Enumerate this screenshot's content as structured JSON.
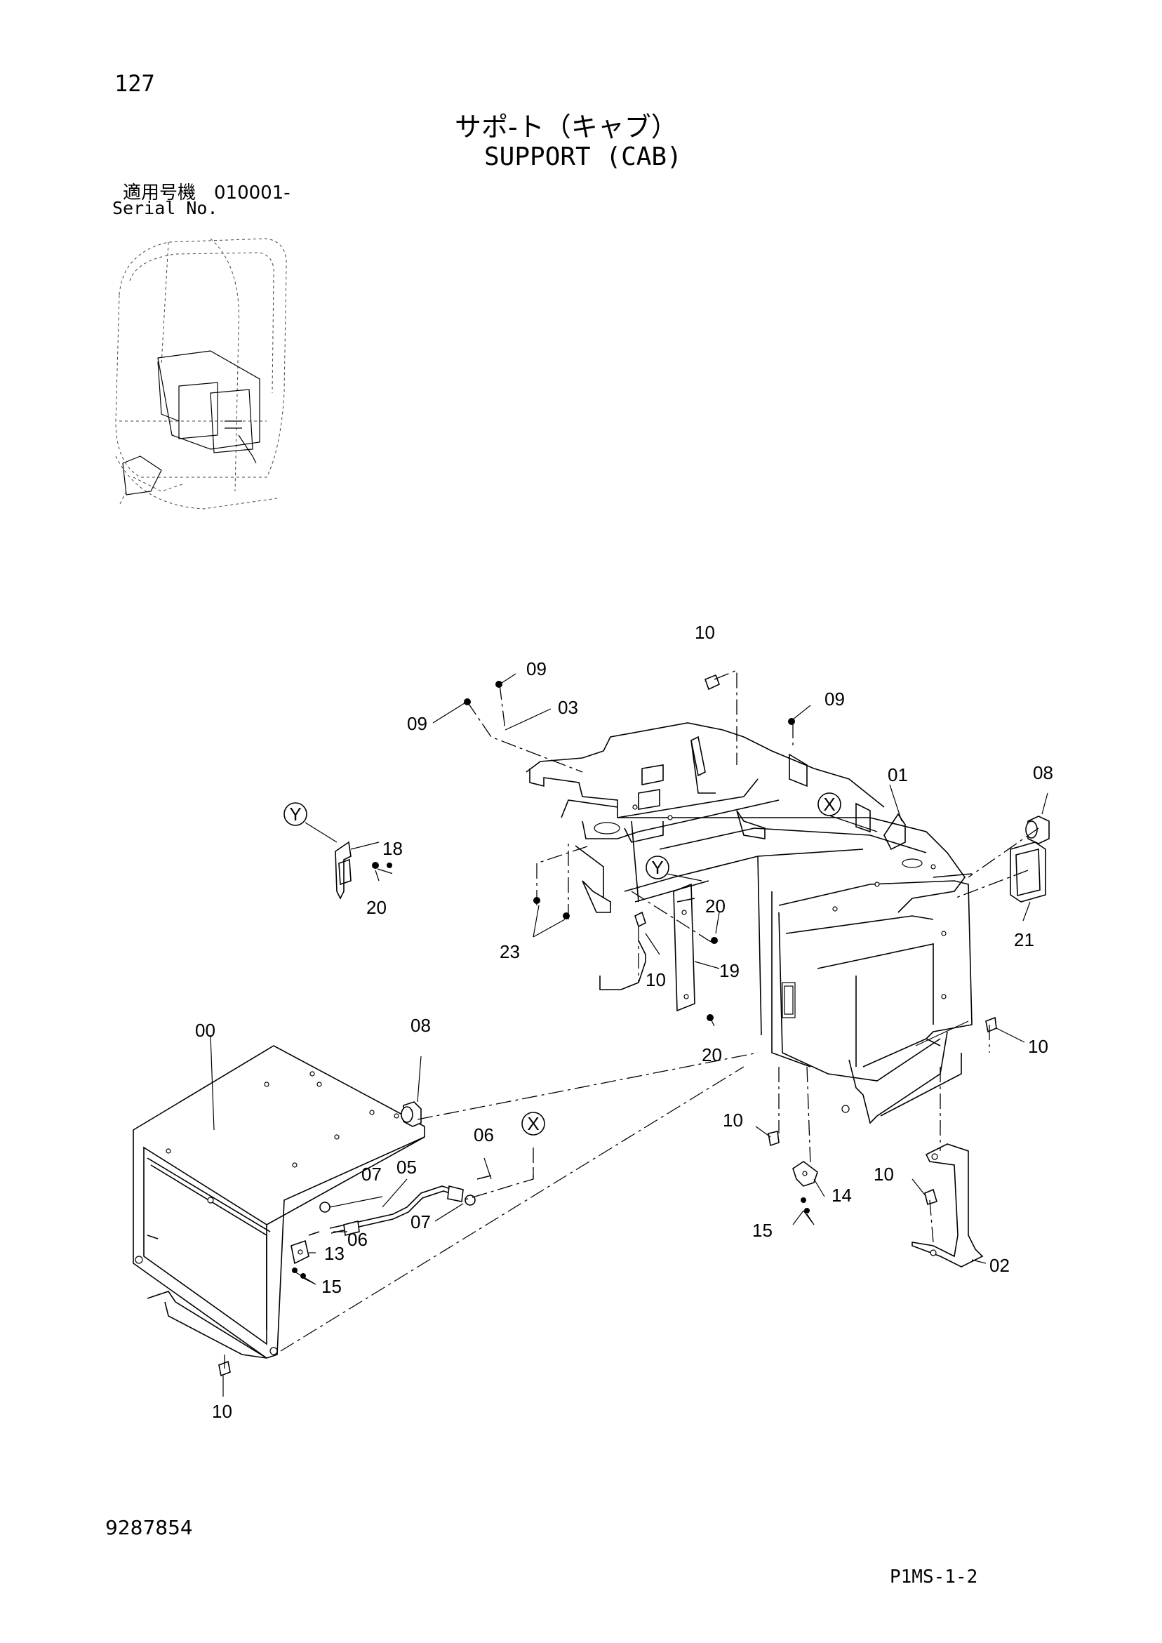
{
  "header": {
    "page_number": "127",
    "title_jp": "サポ-ト（キャブ）",
    "title_en": "SUPPORT (CAB)",
    "serial_label_jp": "適用号機　010001-",
    "serial_label_en": "Serial No."
  },
  "footer": {
    "doc_number": "9287854",
    "page_code": "P1MS-1-2"
  },
  "callouts": {
    "c00": "00",
    "c01": "01",
    "c02": "02",
    "c03": "03",
    "c05": "05",
    "c06a": "06",
    "c06b": "06",
    "c07a": "07",
    "c07b": "07",
    "c08a": "08",
    "c08b": "08",
    "c09a": "09",
    "c09b": "09",
    "c09c": "09",
    "c10a": "10",
    "c10b": "10",
    "c10c": "10",
    "c10d": "10",
    "c10e": "10",
    "c10f": "10",
    "c13": "13",
    "c14": "14",
    "c15a": "15",
    "c15b": "15",
    "c18": "18",
    "c19": "19",
    "c20a": "20",
    "c20b": "20",
    "c20c": "20",
    "c21": "21",
    "c23": "23"
  },
  "reference_marks": {
    "x_top": "X",
    "x_bottom": "X",
    "y_left": "Y",
    "y_center": "Y"
  }
}
